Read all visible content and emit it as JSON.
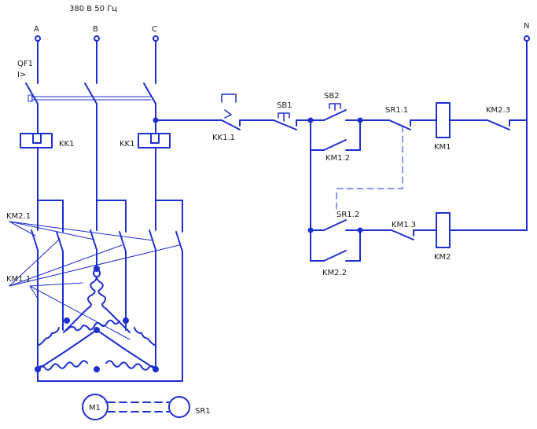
{
  "supply": {
    "label": "380 В 50 Гц"
  },
  "phases": {
    "a": "A",
    "b": "B",
    "c": "C",
    "n": "N"
  },
  "breaker": {
    "name": "QF1",
    "symbol": "I>"
  },
  "thermal_relay": {
    "left": "KK1",
    "right": "KK1"
  },
  "star_contactor": {
    "label": "KM2.1"
  },
  "delta_contactor": {
    "label": "KM1.1"
  },
  "motor": {
    "name": "M1",
    "speed_relay": "SR1"
  },
  "control": {
    "kk_contact": "KK1.1",
    "stop_button": "SB1",
    "start_button": "SB2",
    "km1_hold": "KM1.2",
    "sr_contact_1": "SR1.1",
    "coil_1": "KM1",
    "interlock_1": "KM2.3",
    "sr_contact_2": "SR1.2",
    "km2_hold": "KM2.2",
    "interlock_2": "KM1.3",
    "coil_2": "KM2"
  },
  "colors": {
    "wire": "#1c2fd1",
    "text": "#1a1a1a",
    "background": "#ffffff"
  }
}
